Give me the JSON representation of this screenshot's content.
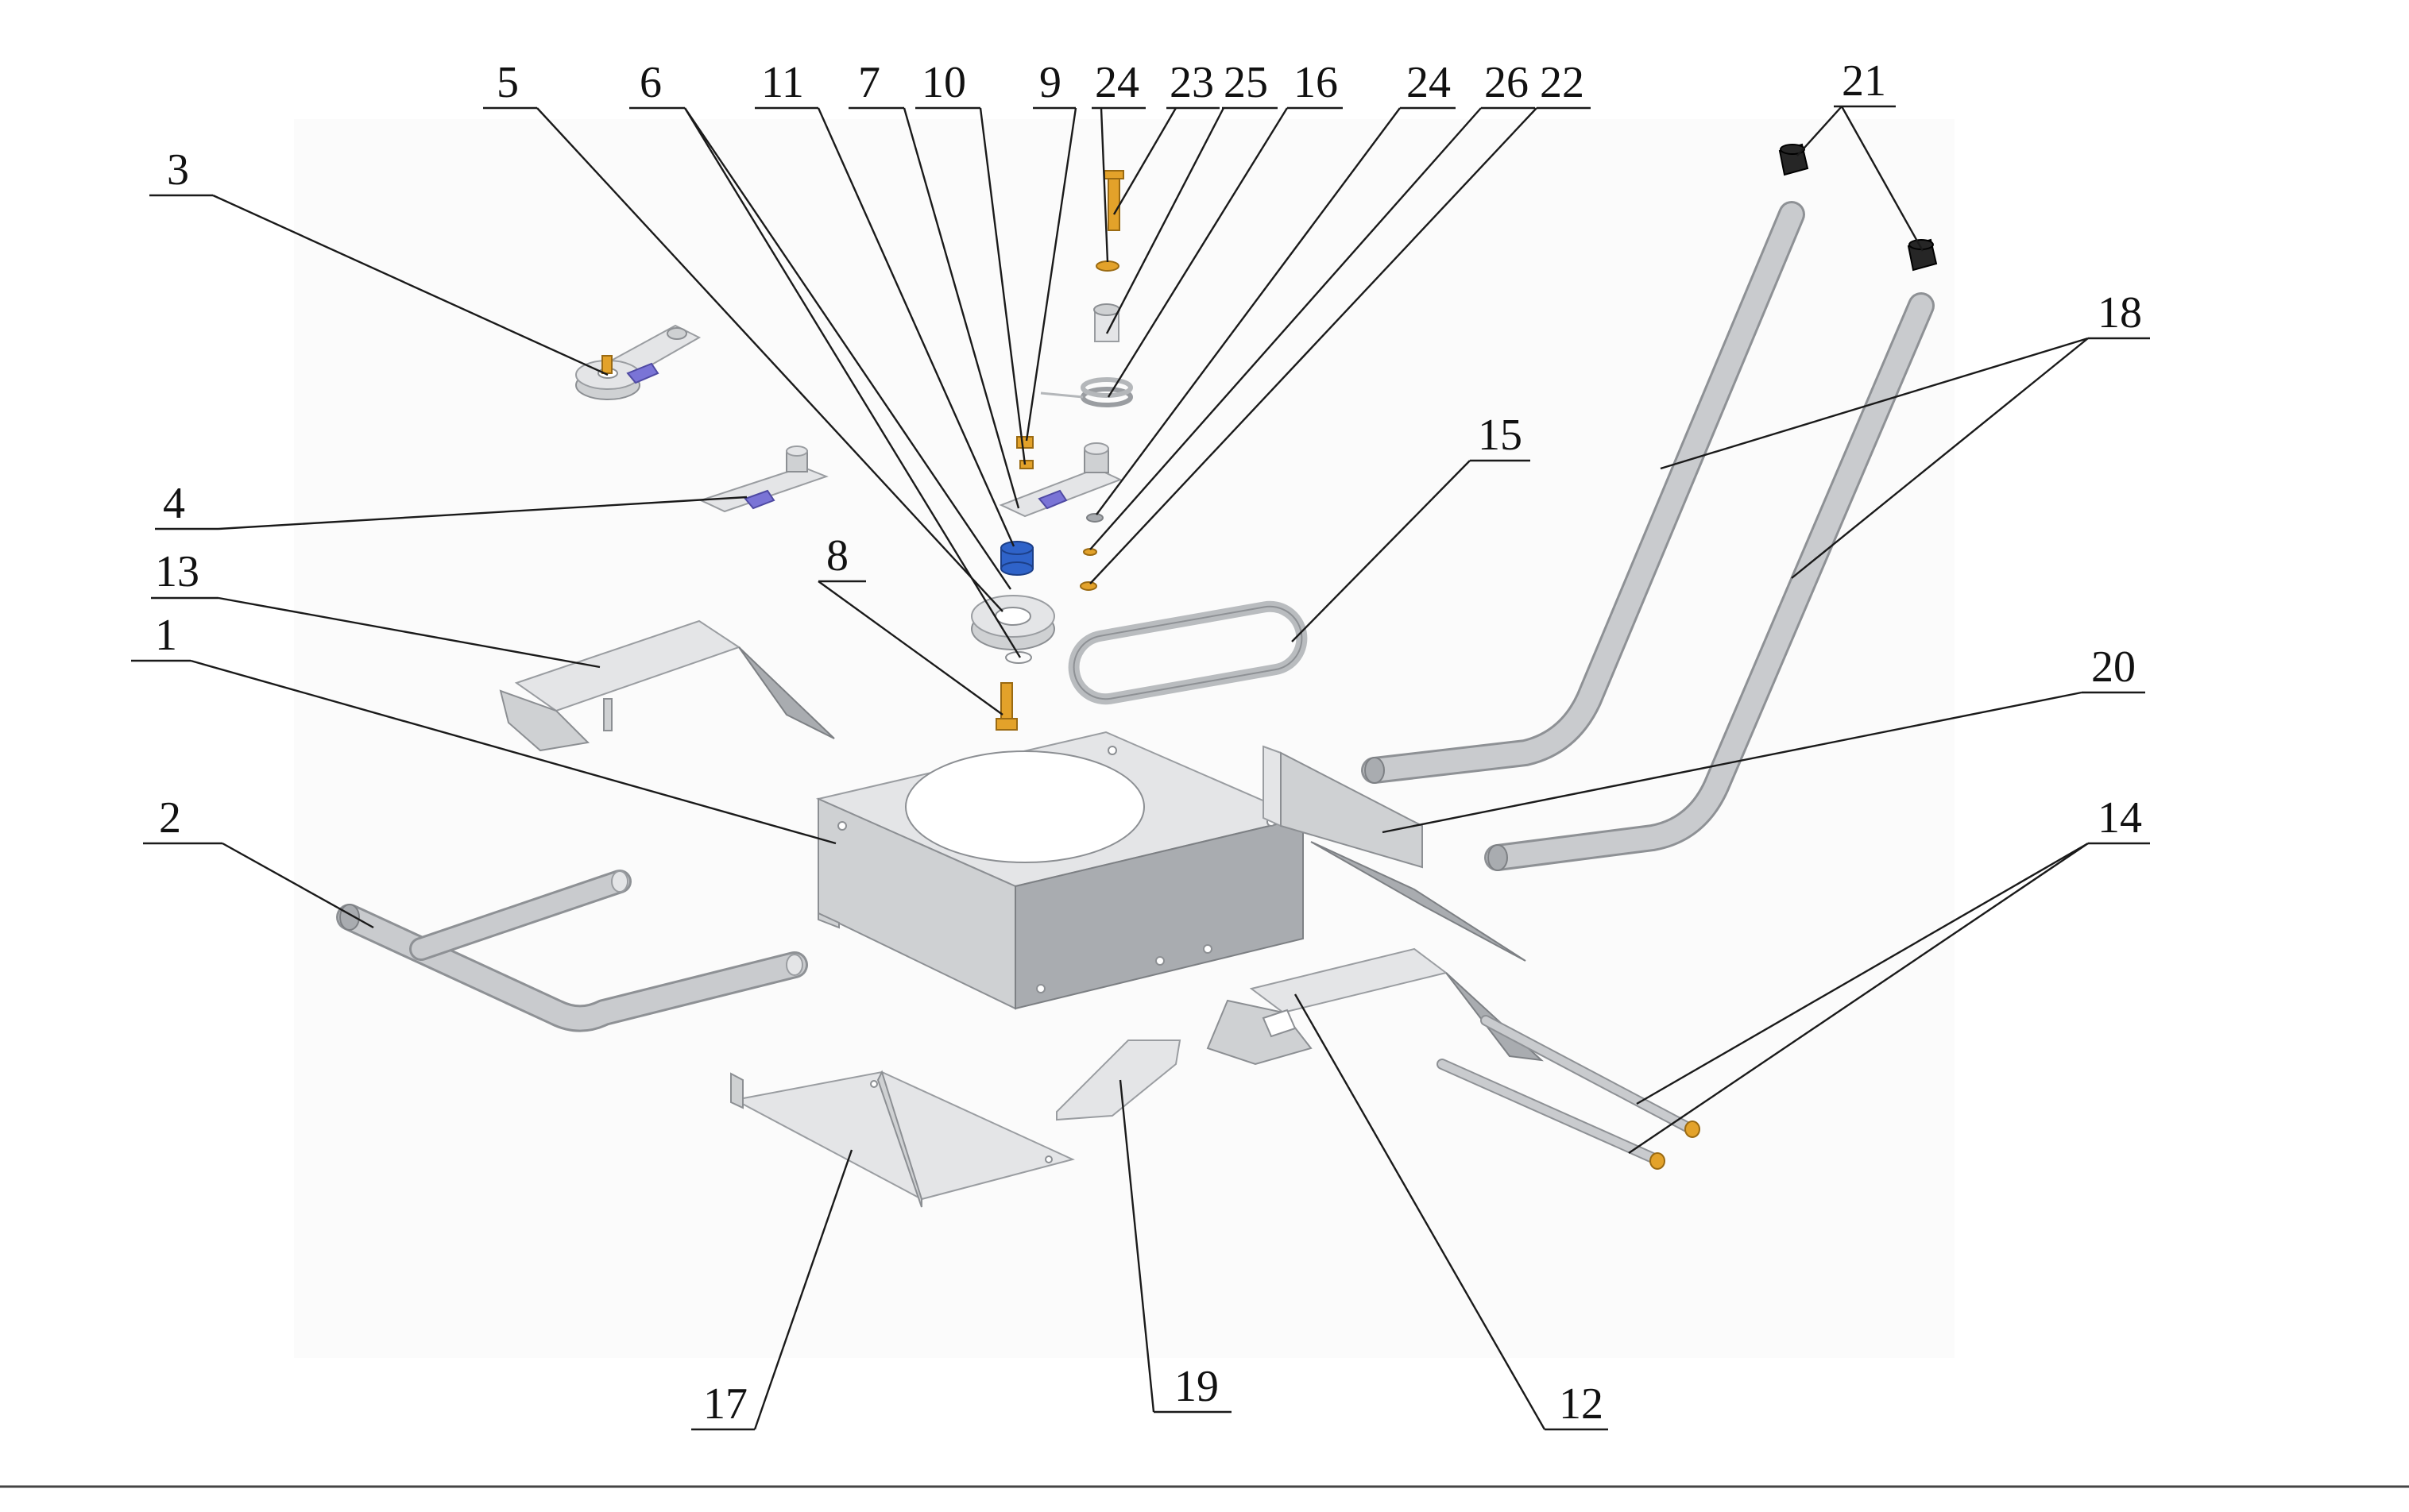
{
  "diagram": {
    "type": "exploded-assembly",
    "callouts": [
      {
        "id": "c1",
        "label": "1"
      },
      {
        "id": "c2",
        "label": "2"
      },
      {
        "id": "c3",
        "label": "3"
      },
      {
        "id": "c4",
        "label": "4"
      },
      {
        "id": "c5",
        "label": "5"
      },
      {
        "id": "c6",
        "label": "6"
      },
      {
        "id": "c7",
        "label": "7"
      },
      {
        "id": "c8",
        "label": "8"
      },
      {
        "id": "c9",
        "label": "9"
      },
      {
        "id": "c10",
        "label": "10"
      },
      {
        "id": "c11",
        "label": "11"
      },
      {
        "id": "c12",
        "label": "12"
      },
      {
        "id": "c13",
        "label": "13"
      },
      {
        "id": "c14",
        "label": "14"
      },
      {
        "id": "c15",
        "label": "15"
      },
      {
        "id": "c16",
        "label": "16"
      },
      {
        "id": "c17",
        "label": "17"
      },
      {
        "id": "c18",
        "label": "18"
      },
      {
        "id": "c19",
        "label": "19"
      },
      {
        "id": "c20",
        "label": "20"
      },
      {
        "id": "c21",
        "label": "21"
      },
      {
        "id": "c22",
        "label": "22"
      },
      {
        "id": "c23",
        "label": "23"
      },
      {
        "id": "c24a",
        "label": "24"
      },
      {
        "id": "c24b",
        "label": "24"
      },
      {
        "id": "c25",
        "label": "25"
      },
      {
        "id": "c26",
        "label": "26"
      }
    ],
    "colors": {
      "sheet_metal": "#cfd1d3",
      "fastener": "#e3a22a",
      "bushing": "#2f63c9",
      "clip": "#7a74d6",
      "end_cap": "#262626",
      "leader": "#1a1a1a"
    }
  }
}
